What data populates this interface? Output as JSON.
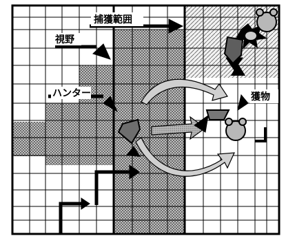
{
  "labels": {
    "capture_range": "捕獲範囲",
    "vision": "視野",
    "hunter": "ハンター",
    "prey": "獲物"
  },
  "icons": [
    "hunter-icon",
    "prey-icon",
    "capture-burst-icon",
    "path-arrow-icon",
    "direction-arrow-icon",
    "cursor-arrow-icon"
  ],
  "colors": {
    "line": "#000000",
    "background": "#ffffff",
    "vision_fill": "#b4b4b4",
    "capture_fill": "#bdbdbd",
    "hunter_fill": "#6e6e6e",
    "prey_fill": "#b8b8b8"
  }
}
